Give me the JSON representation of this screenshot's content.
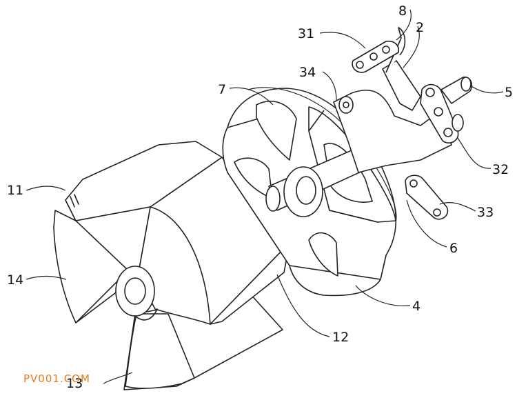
{
  "labels": {
    "l8": "8",
    "l31": "31",
    "l2": "2",
    "l34": "34",
    "l7": "7",
    "l5": "5",
    "l32": "32",
    "l11": "11",
    "l33": "33",
    "l6": "6",
    "l14": "14",
    "l4": "4",
    "l12": "12",
    "l13": "13"
  },
  "watermark": "PV001.COM"
}
